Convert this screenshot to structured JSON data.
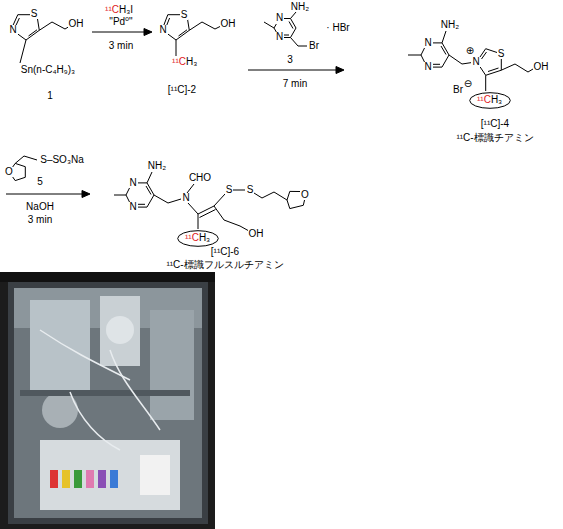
{
  "diagram": {
    "nodes": [
      {
        "text": [
          "¹¹C",
          "H₃"
        ]
      },
      {
        "text": [
          "¹¹C",
          "H₃"
        ]
      }
    ],
    "labels": [
      "S",
      "N",
      "OH",
      "Sn(n-C₄H₉)₃",
      "1",
      "¹¹C",
      "H₃I",
      "\"Pd⁰\"",
      "3 min",
      "S",
      "N",
      "OH",
      "¹¹C",
      "H₃",
      "[¹¹C]-2",
      "N",
      "N",
      "NH₂",
      "Br",
      "· HBr",
      "3",
      "7 min",
      "N",
      "N",
      "NH₂",
      "N",
      "⊕",
      "S",
      "OH",
      "Br",
      "⊖",
      "[¹¹C]-4",
      "¹¹C-標識チアミン",
      "O",
      "S–SO₃Na",
      "5",
      "NaOH",
      "3 min",
      "N",
      "N",
      "NH₂",
      "N",
      "CHO",
      "S",
      "S",
      "O",
      "OH",
      "[¹¹C]-6",
      "¹¹C-標識フルスルチアミン"
    ]
  }
}
